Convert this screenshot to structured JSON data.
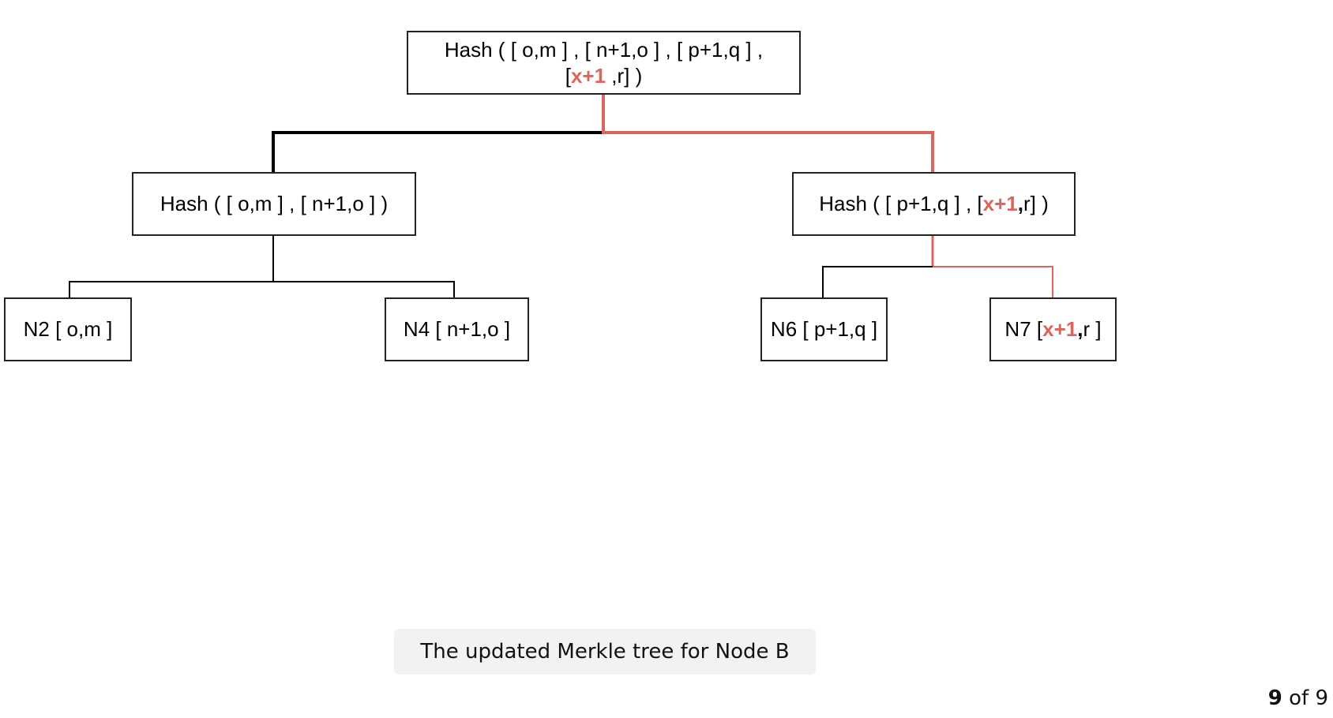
{
  "root": {
    "line1": "Hash ( [ o,m ] , [ n+1,o ] , [ p+1,q ] ,",
    "line2_open": "[",
    "line2_highlight": "x+1",
    "line2_close": " ,r] )"
  },
  "left_hash": {
    "label": "Hash ( [ o,m ] , [ n+1,o ] )"
  },
  "right_hash": {
    "prefix": "Hash ( [ p+1,q ] , [",
    "highlight": "x+1",
    "comma": ",",
    "suffix": " r] )"
  },
  "leaves": {
    "n2": "N2 [ o,m ]",
    "n4": "N4 [ n+1,o ]",
    "n6": "N6 [ p+1,q ]",
    "n7_prefix": "N7 [ ",
    "n7_highlight": "x+1",
    "n7_comma": ",",
    "n7_suffix": " r ]"
  },
  "caption": "The updated Merkle tree for Node B",
  "pager": {
    "current": "9",
    "of_text": " of 9"
  },
  "colors": {
    "highlight": "#d9665c",
    "edge": "#000000",
    "border": "#222222"
  }
}
